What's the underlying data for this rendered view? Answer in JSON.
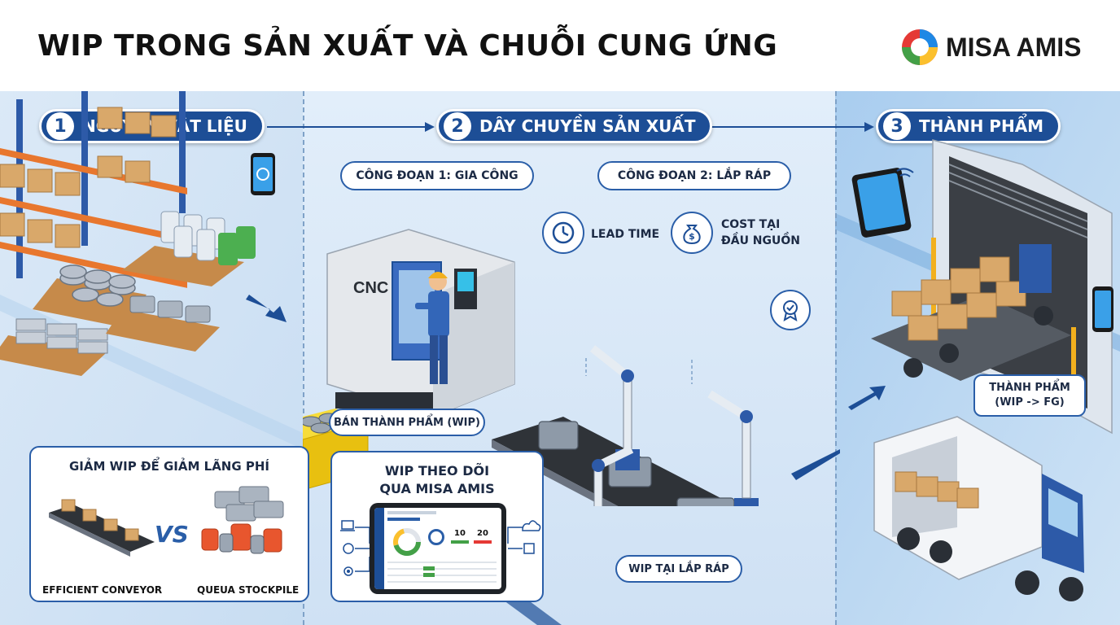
{
  "header": {
    "title": "WIP TRONG SẢN XUẤT VÀ CHUỖI CUNG ỨNG",
    "brand": "MISA AMIS"
  },
  "stages": [
    {
      "number": "1",
      "label": "NGUYÊN VẬT LIỆU"
    },
    {
      "number": "2",
      "label": "DÂY CHUYỀN SẢN XUẤT"
    },
    {
      "number": "3",
      "label": "THÀNH PHẨM"
    }
  ],
  "production": {
    "step1": "CÔNG ĐOẠN 1: GIA CÔNG",
    "step2": "CÔNG ĐOẠN 2: LẮP RÁP",
    "machine_label": "CNC",
    "lead_time": "LEAD TIME",
    "cost_line1": "COST TẠI",
    "cost_line2": "ĐẦU NGUỒN",
    "semi_finished": "BÁN THÀNH PHẨM (WIP)",
    "wip_assembly": "WIP TẠI LẮP RÁP"
  },
  "finished": {
    "label_line1": "THÀNH PHẨM",
    "label_line2": "(WIP -> FG)"
  },
  "reduce_card": {
    "title": "GIẢM WIP ĐỂ GIẢM LÃNG PHÍ",
    "vs": "VS",
    "left_caption": "EFFICIENT CONVEYOR",
    "right_caption": "QUEUA STOCKPILE"
  },
  "tracking_card": {
    "title_line1": "WIP THEO DÕI",
    "title_line2": "QUA MISA AMIS",
    "dashboard_values": [
      "10",
      "20"
    ]
  },
  "colors": {
    "primary": "#1d4e96",
    "accent_blue": "#2a5ea8",
    "box_yellow": "#f5cf1b",
    "cardboard": "#d9a86a",
    "floor": "#cfe3f5"
  }
}
